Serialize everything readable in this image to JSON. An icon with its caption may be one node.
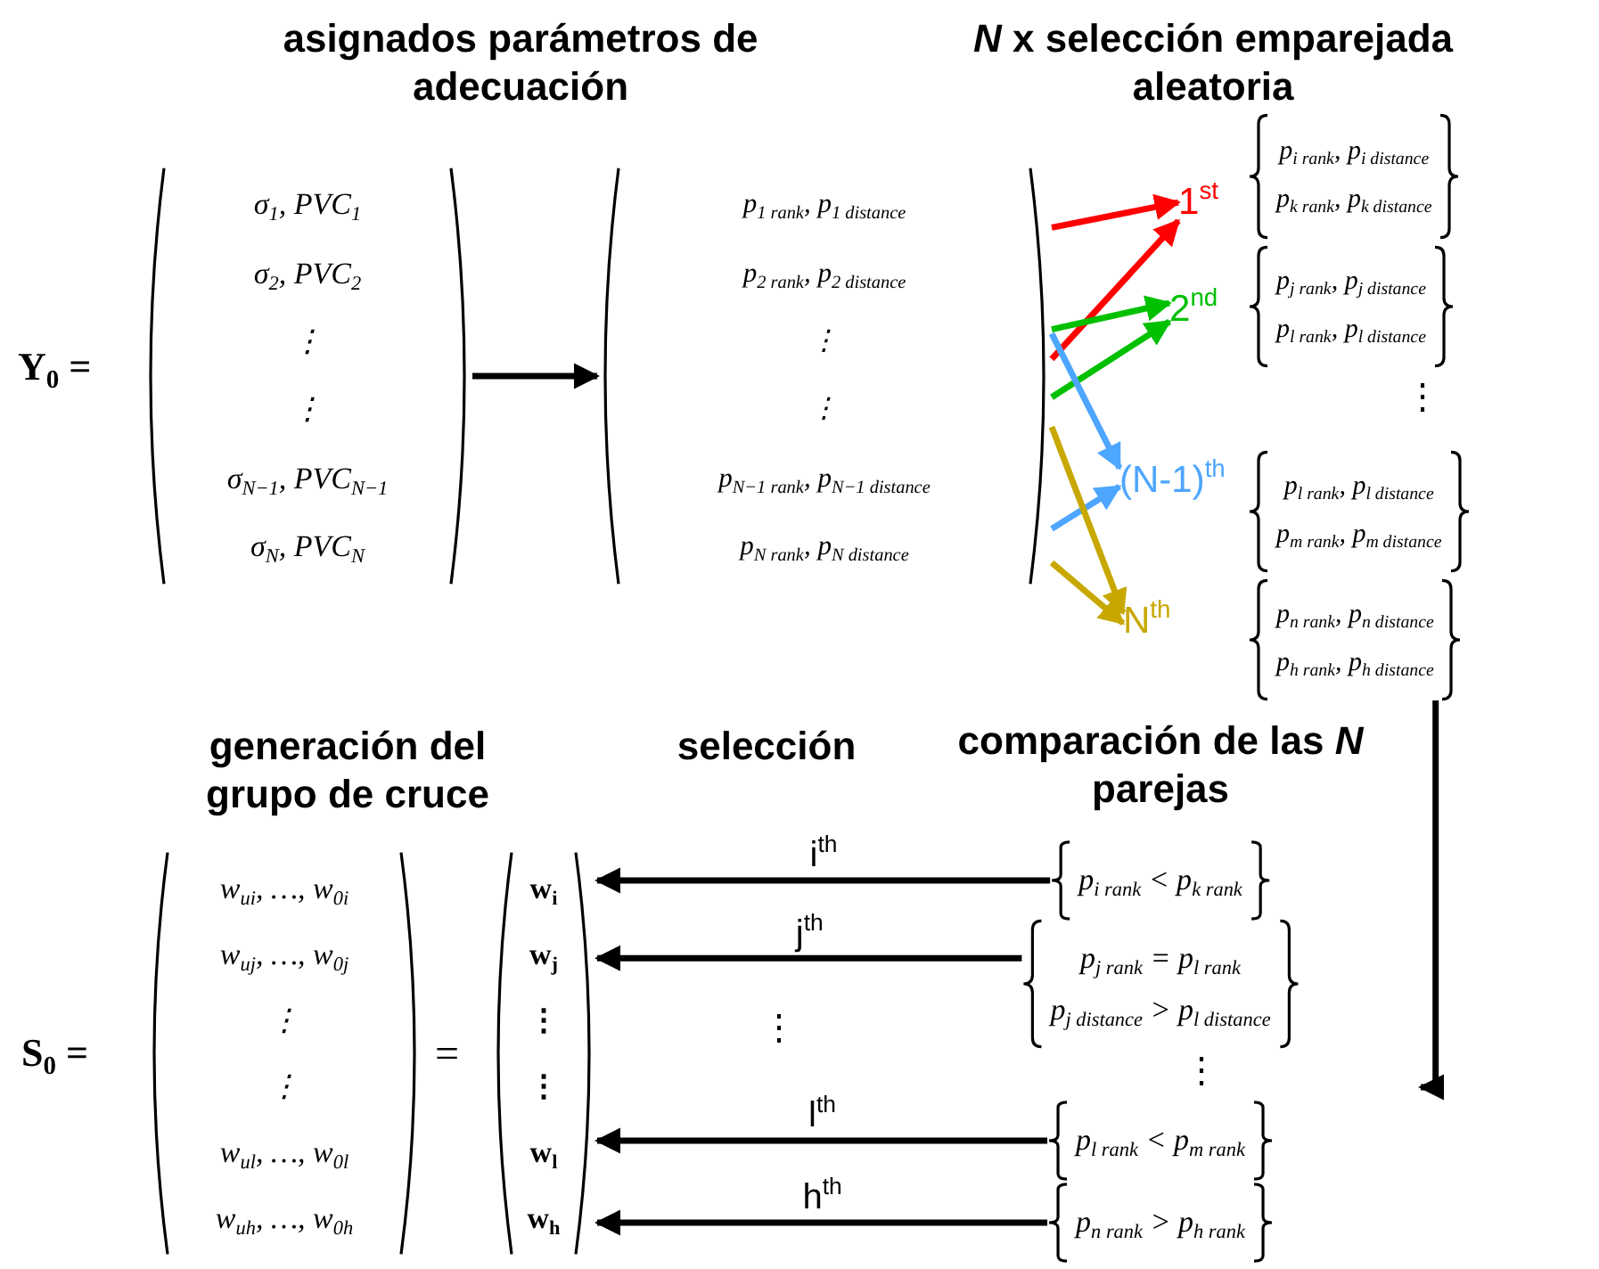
{
  "diagram": {
    "nodes": [
      {
        "text": [
          "σ$_{1}$, PVC$_{1}$",
          "σ$_{2}$, PVC$_{2}$",
          "⋮",
          "⋮",
          "σ$_{N−1}$, PVC$_{N−1}$",
          "σ$_{N}$, PVC$_{N}$"
        ],
        "beside": [
          "Y$_{0}$ ="
        ]
      },
      {
        "text": [
          "p$_{1 rank}$, p$_{1 distance}$",
          "p$_{2 rank}$, p$_{2 distance}$",
          "⋮",
          "⋮",
          "p$_{N−1 rank}$, p$_{N−1 distance}$",
          "p$_{N rank}$, p$_{N distance}$"
        ]
      },
      {
        "text": [
          "1$^{st}$"
        ]
      },
      {
        "text": [
          "p$_{i rank}$, p$_{i distance}$",
          "p$_{k rank}$, p$_{k distance}$"
        ]
      },
      {
        "text": [
          "2$^{nd}$"
        ]
      },
      {
        "text": [
          "p$_{j rank}$, p$_{j distance}$",
          "p$_{l rank}$, p$_{l distance}$"
        ]
      },
      {
        "text": [
          "(N-1)$^{th}$"
        ]
      },
      {
        "text": [
          "p$_{l rank}$, p$_{l distance}$",
          "p$_{m rank}$, p$_{m distance}$"
        ]
      },
      {
        "text": [
          "N$^{th}$"
        ]
      },
      {
        "text": [
          "p$_{n rank}$, p$_{n distance}$",
          "p$_{h rank}$, p$_{h distance}$"
        ]
      },
      {
        "text": [
          "comparación de las *N* parejas"
        ]
      },
      {
        "text": [
          "p$_{i rank}$ < p$_{k rank}$"
        ],
        "in": 10
      },
      {
        "text": [
          "p$_{j rank}$ = p$_{l rank}$",
          "p$_{j distance}$ > p$_{l distance}$"
        ],
        "in": 10
      },
      {
        "text": [
          "p$_{l rank}$ < p$_{m rank}$"
        ],
        "in": 10
      },
      {
        "text": [
          "p$_{n rank}$ > p$_{h rank}$"
        ],
        "in": 10
      },
      {
        "text": [
          "w$_{ui}$, …, w$_{0i}$",
          "w$_{uj}$, …, w$_{0j}$",
          "⋮",
          "⋮",
          "w$_{ul}$, …, w$_{0l}$",
          "w$_{uh}$, …, w$_{0h}$"
        ],
        "beside": [
          "S$_{0}$ ="
        ]
      },
      {
        "text": [
          "w$_{i}$",
          "w$_{j}$",
          "⋮",
          "⋮",
          "w$_{l}$",
          "w$_{h}$"
        ]
      }
    ],
    "edges": [
      {
        "from": 0,
        "to": 1,
        "arrow": "to"
      },
      {
        "from": 1,
        "to": 2,
        "arrow": "to",
        "color": "#ff0000"
      },
      {
        "from": 1,
        "to": 2,
        "arrow": "to",
        "color": "#ff0000"
      },
      {
        "from": 1,
        "to": 4,
        "arrow": "to",
        "color": "#00c000"
      },
      {
        "from": 1,
        "to": 4,
        "arrow": "to",
        "color": "#00c000"
      },
      {
        "from": 1,
        "to": 6,
        "arrow": "to",
        "color": "#4da6ff"
      },
      {
        "from": 1,
        "to": 6,
        "arrow": "to",
        "color": "#4da6ff"
      },
      {
        "from": 1,
        "to": 8,
        "arrow": "to",
        "color": "#c8a800"
      },
      {
        "from": 1,
        "to": 8,
        "arrow": "to",
        "color": "#c8a800"
      },
      {
        "from": 9,
        "to": 10,
        "arrow": "to"
      },
      {
        "from": 11,
        "to": 16,
        "arrow": "to",
        "label": "i$^{th}$"
      },
      {
        "from": 12,
        "to": 16,
        "arrow": "to",
        "label": "j$^{th}$"
      },
      {
        "from": 13,
        "to": 16,
        "arrow": "to",
        "label": "l$^{th}$"
      },
      {
        "from": 14,
        "to": 16,
        "arrow": "to",
        "label": "h$^{th}$"
      }
    ],
    "labels": [
      "asignados parámetros de adecuación",
      "*N* x selección emparejada aleatoria",
      "⋮",
      "generación del grupo de cruce",
      "selección",
      "⋮",
      "=",
      "⋮"
    ]
  }
}
